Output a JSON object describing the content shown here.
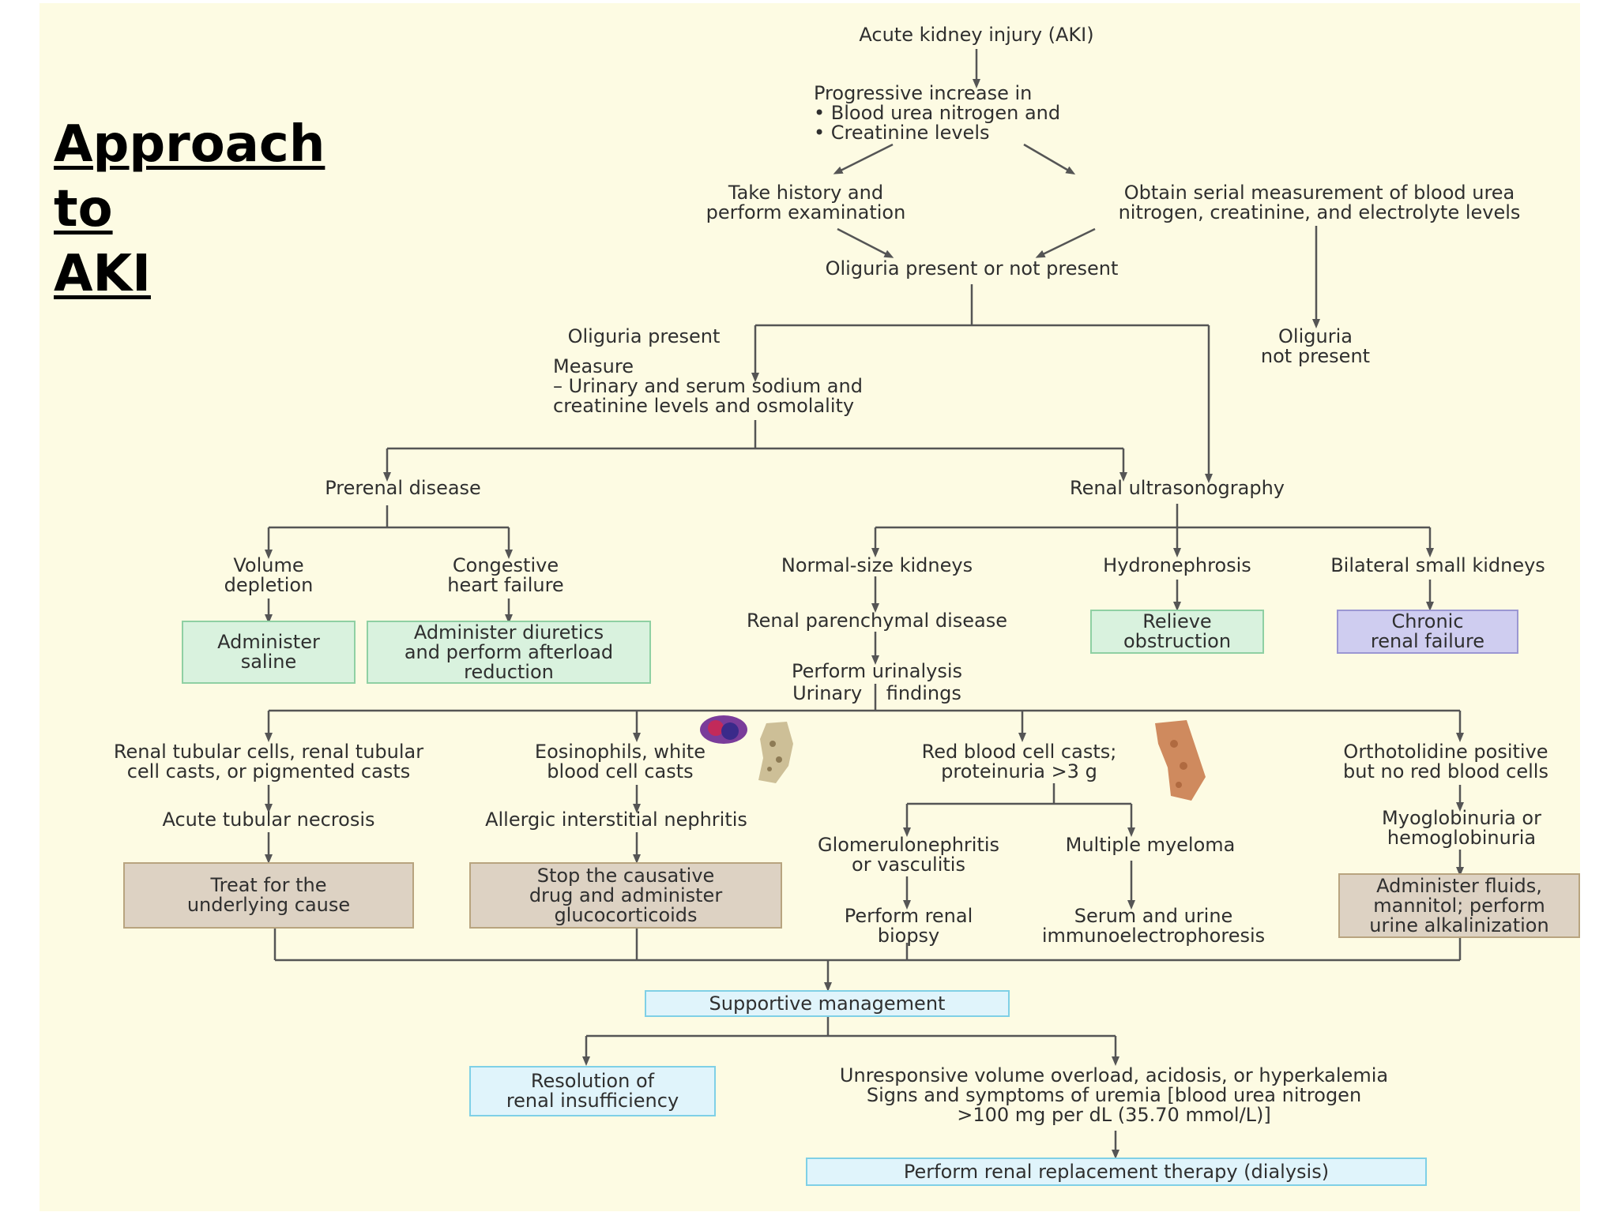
{
  "title": "Approach to\nAKI",
  "colors": {
    "panel_background": "#fdfbe3",
    "green_box": "#d9f2de",
    "tan_box": "#ddd2c3",
    "blue_box": "#e0f4fb",
    "purple_box": "#cfcdf0",
    "line": "#555555"
  },
  "flowchart": {
    "n01": "Acute kidney injury (AKI)",
    "n02": "Progressive increase in\n• Blood urea nitrogen and\n• Creatinine levels",
    "n03": "Take history and\nperform examination",
    "n04": "Obtain serial measurement of blood urea\nnitrogen, creatinine, and electrolyte levels",
    "n05": "Oliguria present or not present",
    "n06": "Oliguria present",
    "n07": "Measure\n– Urinary and serum sodium and\n   creatinine levels and osmolality",
    "n08": "Oliguria\nnot present",
    "n09": "Prerenal disease",
    "n10": "Renal ultrasonography",
    "n11": "Volume\ndepletion",
    "n12": "Congestive\nheart failure",
    "n13": "Administer\nsaline",
    "n14": "Administer diuretics\nand perform afterload\nreduction",
    "n15": "Normal-size kidneys",
    "n16": "Hydronephrosis",
    "n17": "Bilateral small kidneys",
    "n18": "Renal parenchymal disease",
    "n19": "Relieve\nobstruction",
    "n20": "Chronic\nrenal failure",
    "n21": "Perform urinalysis",
    "n22": "Urinary    findings",
    "n23": "Renal tubular cells, renal tubular\ncell casts, or pigmented casts",
    "n24": "Eosinophils, white\nblood cell casts",
    "n25": "Red blood cell casts;\nproteinuria >3 g",
    "n26": "Orthotolidine positive\nbut no red blood cells",
    "n27": "Acute tubular necrosis",
    "n28": "Allergic interstitial nephritis",
    "n29": "Glomerulonephritis\nor vasculitis",
    "n30": "Multiple myeloma",
    "n31": "Myoglobinuria or\nhemoglobinuria",
    "n32": "Treat for the\nunderlying cause",
    "n33": "Stop the causative\ndrug and administer\nglucocorticoids",
    "n34": "Perform renal\nbiopsy",
    "n35": "Serum and urine\nimmunoelectrophoresis",
    "n36": "Administer fluids,\nmannitol; perform\nurine alkalinization",
    "n37": "Supportive management",
    "n38": "Resolution of\nrenal insufficiency",
    "n39": "Unresponsive volume overload, acidosis, or hyperkalemia\nSigns and symptoms of uremia [blood urea nitrogen\n>100 mg per dL (35.70 mmol/L)]",
    "n40": "Perform renal replacement therapy (dialysis)"
  }
}
